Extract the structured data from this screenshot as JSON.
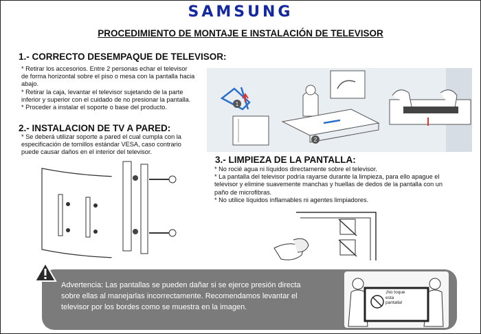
{
  "brand": {
    "logo_text": "SAMSUNG",
    "logo_color": "#1428a0"
  },
  "title": "PROCEDIMIENTO DE MONTAJE E INSTALACIÓN DE TELEVISOR",
  "section1": {
    "heading": "1.- CORRECTO DESEMPAQUE DE TELEVISOR:",
    "bullets": [
      "* Retirar los accesorios. Entre 2 personas echar el televisor",
      "de forma horizontal sobre el piso o mesa con la pantalla hacia",
      "abajo.",
      "* Retirar la caja, levantar el televisor sujetando de la parte",
      "inferior y superior con el cuidado de no presionar la pantalla.",
      "* Proceder a instalar el soporte o base del producto."
    ],
    "step_numbers": [
      "1",
      "2"
    ]
  },
  "section2": {
    "heading": "2.- INSTALACION DE TV A PARED:",
    "bullets": [
      "* Se deberá utilizar soporte a pared el cual cumpla con la",
      "especificación de tornillos estándar VESA, caso contrario",
      "puede causar daños en el interior del televisor."
    ]
  },
  "section3": {
    "heading": "3.- LIMPIEZA DE LA PANTALLA:",
    "bullets": [
      "* No rocié agua ni líquidos directamente sobre el televisor.",
      "* La pantalla del televisor podría rayarse durante la limpieza, para ello apague el",
      "televisor y elimine suavemente manchas y huellas de dedos de la pantalla con un",
      "paño de microfibras.",
      "* No utilice líquidos inflamables ni agentes limpiadores."
    ]
  },
  "warning": {
    "lines": [
      "Advertencia: Las pantallas se pueden dañar si se ejerce presión directa",
      "sobre ellas al manejarlas incorrectamente. Recomendamos levantar el",
      "televisor por los bordes como se muestra en la imagen."
    ],
    "badge_lines": [
      "¡No toque",
      "esta",
      "pantalla!"
    ],
    "bar_color": "#7b7b7b"
  }
}
